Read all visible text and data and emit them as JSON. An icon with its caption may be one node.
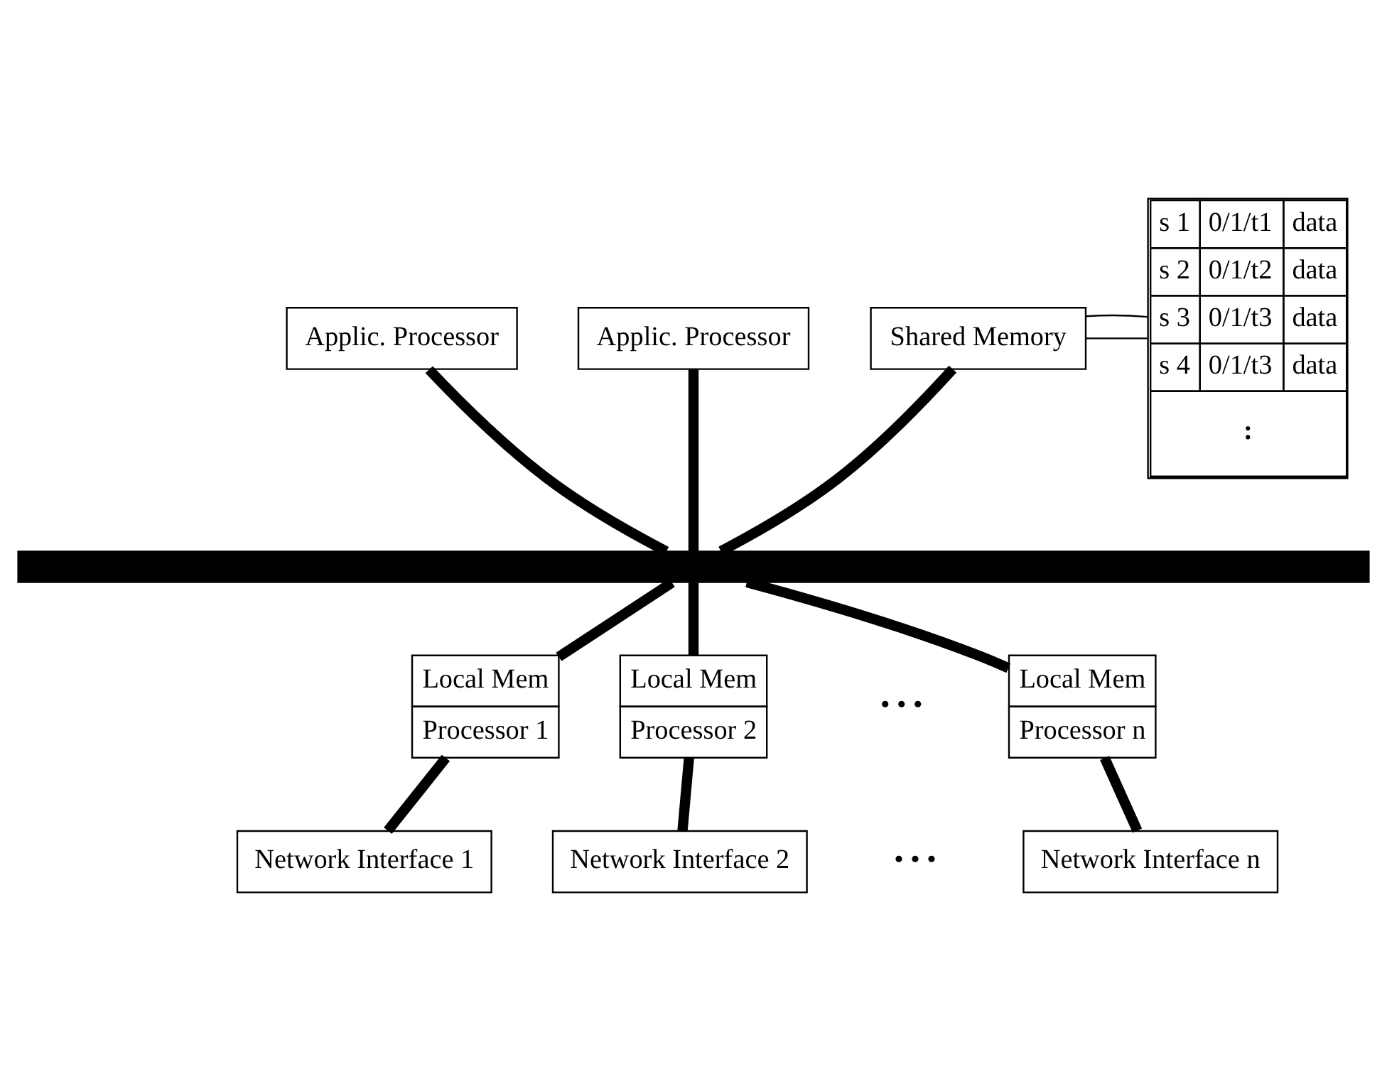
{
  "diagram": {
    "nodes": [
      {
        "text": [
          "Applic. Processor"
        ]
      },
      {
        "text": [
          "Applic. Processor"
        ]
      },
      {
        "text": [
          "Shared Memory"
        ]
      },
      {
        "text": [
          "s 1",
          "0/1/t1",
          "data",
          "s 2",
          "0/1/t2",
          "data",
          "s 3",
          "0/1/t3",
          "data",
          "s 4",
          "0/1/t3",
          "data",
          ":"
        ]
      },
      {
        "text": [],
        "shape": "bar"
      },
      {
        "text": [
          "Local Mem",
          "Processor 1"
        ]
      },
      {
        "text": [
          "Network Interface 1"
        ]
      },
      {
        "text": [
          "Local Mem",
          "Processor 2"
        ]
      },
      {
        "text": [
          "Network Interface 2"
        ]
      },
      {
        "text": [
          "Local Mem",
          "Processor n"
        ]
      },
      {
        "text": [
          "Network Interface n"
        ]
      }
    ],
    "edges": [
      {
        "from": 0,
        "to": 4,
        "arrow": "none"
      },
      {
        "from": 1,
        "to": 4,
        "arrow": "none"
      },
      {
        "from": 2,
        "to": 4,
        "arrow": "none"
      },
      {
        "from": 2,
        "to": 3,
        "arrow": "none"
      },
      {
        "from": 2,
        "to": 3,
        "arrow": "none"
      },
      {
        "from": 4,
        "to": 5,
        "arrow": "none"
      },
      {
        "from": 5,
        "to": 6,
        "arrow": "none"
      },
      {
        "from": 4,
        "to": 7,
        "arrow": "none"
      },
      {
        "from": 7,
        "to": 8,
        "arrow": "none"
      },
      {
        "from": 4,
        "to": 9,
        "arrow": "none"
      },
      {
        "from": 9,
        "to": 10,
        "arrow": "none"
      }
    ],
    "labels": [
      "• • •",
      "• • •"
    ]
  }
}
